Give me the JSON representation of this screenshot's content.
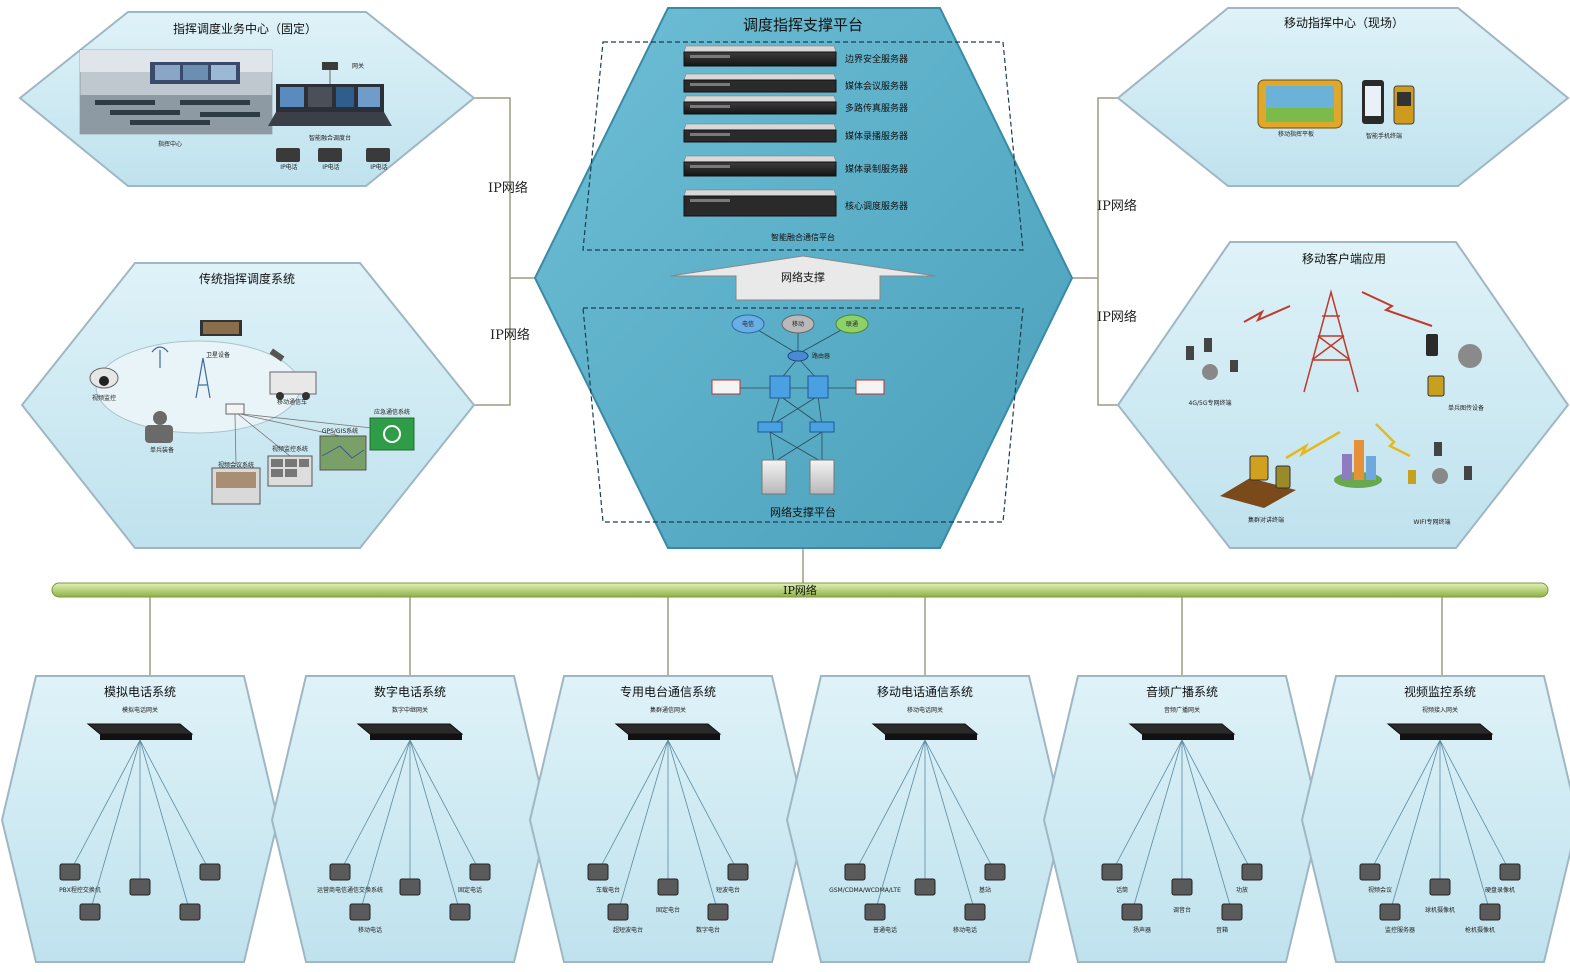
{
  "colors": {
    "hex_fill": "#cfe9f2",
    "hex_stroke": "#8aa5b2",
    "center_fill": "#5fb1cb",
    "bus_green": "#c4da8a"
  },
  "center": {
    "title": "调度指挥支撑平台",
    "servers": [
      "边界安全服务器",
      "媒体会议服务器",
      "多路传真服务器",
      "媒体录播服务器",
      "媒体录制服务器",
      "核心调度服务器"
    ],
    "fusion_label": "智能融合通信平台",
    "support_arrow": "网络支撑",
    "network_platform": "网络支撑平台",
    "clouds": [
      "电信",
      "移动",
      "联通"
    ],
    "router_label": "路由器"
  },
  "ip_network": "IP网络",
  "top_left": {
    "fixed_center": {
      "title": "指挥调度业务中心（固定）",
      "labels": [
        "指挥中心",
        "智能融合调度台",
        "网关",
        "IP电话",
        "IP电话",
        "IP电话"
      ]
    },
    "traditional": {
      "title": "传统指挥调度系统",
      "labels": [
        "视频监控",
        "卫星设备",
        "单兵装备",
        "移动通信车",
        "视频会议系统",
        "GPS/GIS系统",
        "视频监控系统",
        "应急通信系统"
      ]
    }
  },
  "top_right": {
    "mobile_center": {
      "title": "移动指挥中心（现场）",
      "labels": [
        "移动指挥平板",
        "智能手机终端"
      ]
    },
    "mobile_client": {
      "title": "移动客户端应用",
      "labels": [
        "4G/5G专网终端",
        "单兵图传设备",
        "集群对讲终端",
        "WIFI专网终端"
      ]
    }
  },
  "bottom": [
    {
      "title": "模拟电话系统",
      "labels": [
        "模拟电话网关",
        "PBX程控交换机"
      ]
    },
    {
      "title": "数字电话系统",
      "labels": [
        "数字中继网关",
        "运营商电信通信交换系统",
        "固定电话",
        "移动电话"
      ]
    },
    {
      "title": "专用电台通信系统",
      "labels": [
        "集群通信网关",
        "车载电台",
        "短波电台",
        "超短波电台",
        "数字电台",
        "固定电台"
      ]
    },
    {
      "title": "移动电话通信系统",
      "labels": [
        "移动电话网关",
        "GSM/CDMA/WCDMA/LTE",
        "基站",
        "普通电话",
        "移动电话"
      ]
    },
    {
      "title": "音频广播系统",
      "labels": [
        "音频广播网关",
        "话筒",
        "功放",
        "扬声器",
        "音箱",
        "调音台"
      ]
    },
    {
      "title": "视频监控系统",
      "labels": [
        "视频接入网关",
        "视频会议",
        "硬盘录像机",
        "监控服务器",
        "枪机摄像机",
        "球机摄像机"
      ]
    }
  ]
}
